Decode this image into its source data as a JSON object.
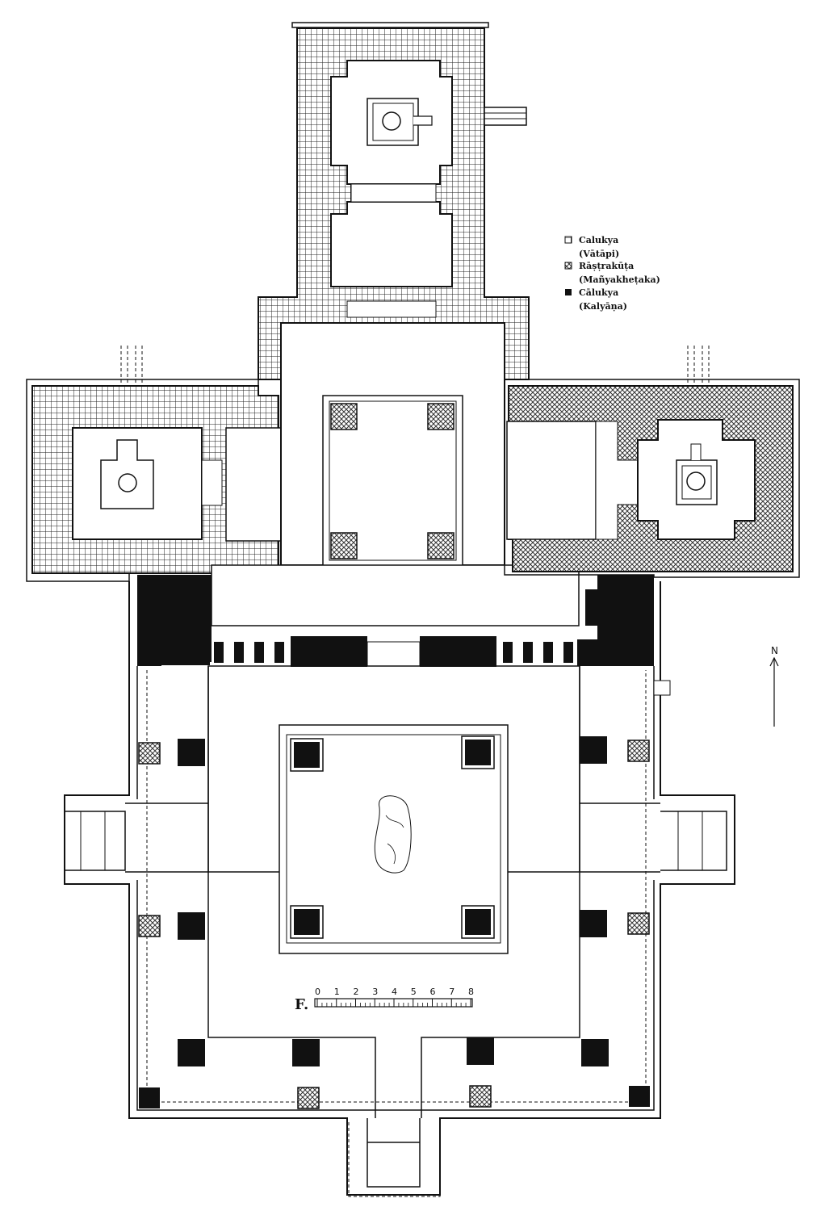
{
  "legend": [
    {
      "name": "Calukya",
      "sub": "(Vātāpi)",
      "pattern": "grid"
    },
    {
      "name": "Rāṣṭrakūṭa",
      "sub": "(Mañyakheṭaka)",
      "pattern": "cross"
    },
    {
      "name": "Cālukya",
      "sub": "(Kalyāṇa)",
      "pattern": "solid"
    }
  ],
  "north_label": "N",
  "scale": {
    "prefix": "F.",
    "ticks": [
      "0",
      "1",
      "2",
      "3",
      "4",
      "5",
      "6",
      "7",
      "8"
    ]
  },
  "colors": {
    "ink": "#111111",
    "paper": "#ffffff"
  }
}
